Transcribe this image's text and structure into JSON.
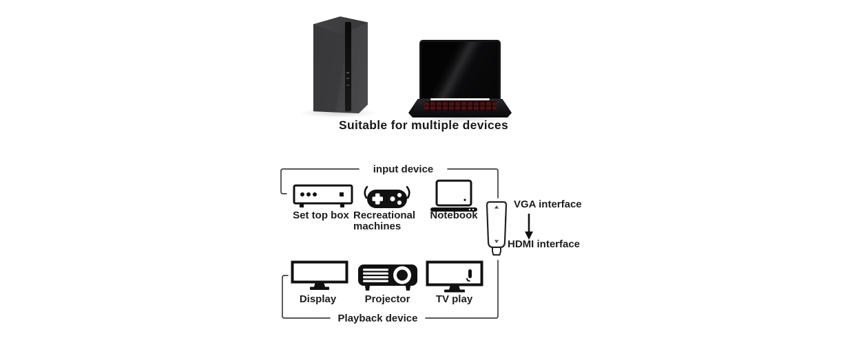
{
  "hero": {
    "caption": "Suitable for multiple devices",
    "device_icons": [
      "desktop-tower",
      "gaming-laptop"
    ]
  },
  "diagram": {
    "input_group": {
      "label": "input device",
      "items": [
        {
          "label": "Set top box",
          "icon": "set-top-box-icon"
        },
        {
          "label": "Recreational",
          "label2": "machines",
          "icon": "game-controller-icon"
        },
        {
          "label": "Notebook",
          "icon": "laptop-icon"
        }
      ]
    },
    "adapter": {
      "vga_label": "VGA interface",
      "hdmi_label": "HDMI interface",
      "icon": "vga-hdmi-adapter-icon",
      "arrow_icon": "down-arrow-icon"
    },
    "output_group": {
      "label": "Playback device",
      "items": [
        {
          "label": "Display",
          "icon": "monitor-icon"
        },
        {
          "label": "Projector",
          "icon": "projector-icon"
        },
        {
          "label": "TV play",
          "icon": "tv-icon"
        }
      ]
    }
  },
  "colors": {
    "background": "#ffffff",
    "line": "#3f3f3f",
    "text": "#1c1c1c",
    "icon": "#111111",
    "laptop_keyboard_red": "#4d1317"
  }
}
